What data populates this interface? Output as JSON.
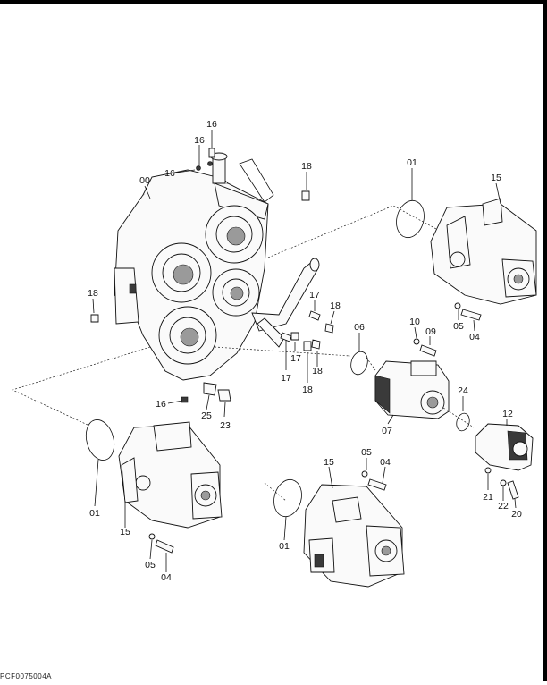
{
  "diagram": {
    "footer_code": "PCF0075004A",
    "part_labels": {
      "p00": "00",
      "p16a": "16",
      "p16b": "16",
      "p16c": "16",
      "p16d": "16",
      "p18a": "18",
      "p18b": "18",
      "p18c": "18",
      "p18d": "18",
      "p18e": "18",
      "p17a": "17",
      "p17b": "17",
      "p17c": "17",
      "p01a": "01",
      "p01b": "01",
      "p01c": "01",
      "p15a": "15",
      "p15b": "15",
      "p15c": "15",
      "p05a": "05",
      "p05b": "05",
      "p05c": "05",
      "p04a": "04",
      "p04b": "04",
      "p04c": "04",
      "p06": "06",
      "p07": "07",
      "p09": "09",
      "p10": "10",
      "p12": "12",
      "p20": "20",
      "p21": "21",
      "p22": "22",
      "p23": "23",
      "p24": "24",
      "p25": "25"
    }
  }
}
